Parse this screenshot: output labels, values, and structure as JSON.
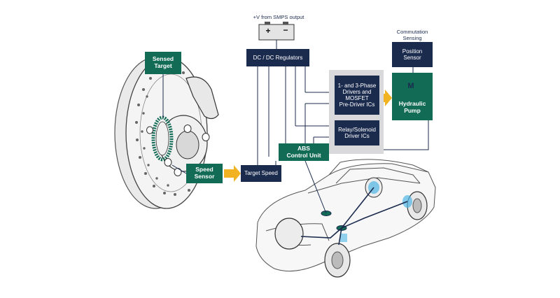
{
  "supply_label": "+V from SMPS output",
  "battery": {
    "plus": "+",
    "minus": "−"
  },
  "commutation_label": "Commutation\nSensing",
  "blocks": {
    "dc_regulators": "DC / DC Regulators",
    "drivers": "1- and 3-Phase\nDrivers and\nMOSFET\nPre-Driver ICs",
    "relay": "Relay/Solenoid\nDriver ICs",
    "position_sensor": "Position\nSensor",
    "hydraulic_pump": "Hydraulic\nPump",
    "motor_symbol": "M",
    "abs_unit": "ABS\nControl Unit",
    "target_speed": "Target Speed",
    "sensed_target": "Sensed\nTarget",
    "speed_sensor": "Speed\nSensor"
  },
  "colors": {
    "navy": "#1b2b4e",
    "green": "#116b55",
    "arrow_gold": "#f2b323",
    "panel_gray": "#d9d9db",
    "accent_blue": "#4fb7e6"
  }
}
